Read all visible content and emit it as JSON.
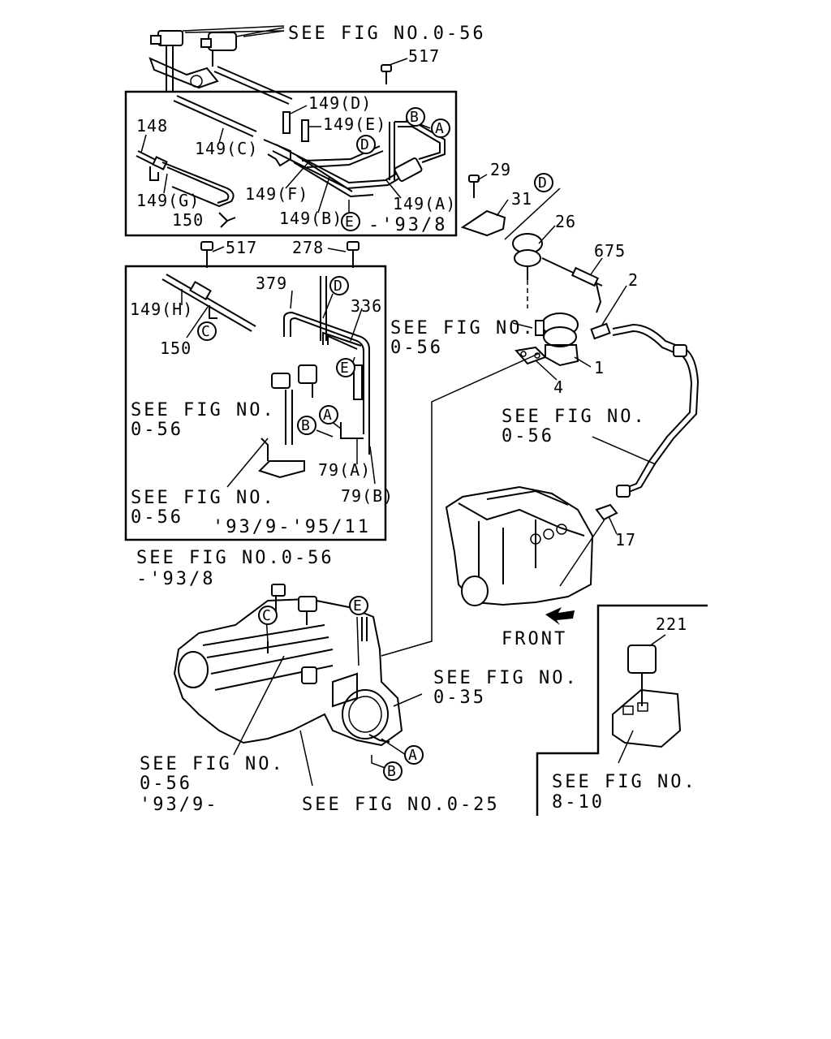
{
  "ref_labels": {
    "top_0_56": "SEE FIG NO.0-56",
    "mid_right_1": "SEE FIG NO.",
    "mid_right_2": "0-56",
    "inner_left_1": "SEE FIG NO.",
    "inner_left_2": "0-56",
    "inner_bottom_1": "SEE FIG NO.",
    "inner_bottom_2": "0-56",
    "engine_1": "SEE FIG NO.",
    "engine_2": "0-56",
    "lower_0_56_1": "SEE FIG NO.0-56",
    "lower_0_56_2": "-'93/8",
    "throttle_1": "SEE FIG NO.",
    "throttle_2": "0-35",
    "bottom_left_1": "SEE FIG NO.",
    "bottom_left_2": "0-56",
    "bottom_left_3": "'93/9-",
    "bottom_0_25": "SEE FIG NO.0-25",
    "relay_1": "SEE FIG NO.",
    "relay_2": "8-10"
  },
  "date_ranges": {
    "box_top": "-'93/8",
    "box_mid": "'93/9-'95/11"
  },
  "part_numbers": {
    "p517_top": "517",
    "p517_mid": "517",
    "p149D": "149(D)",
    "p149E": "149(E)",
    "p148": "148",
    "p149C": "149(C)",
    "p149G": "149(G)",
    "p149F": "149(F)",
    "p149B": "149(B)",
    "p149A": "149(A)",
    "p150_top": "150",
    "p278": "278",
    "p379": "379",
    "p336": "336",
    "p149H": "149(H)",
    "p150_mid": "150",
    "p79A": "79(A)",
    "p79B": "79(B)",
    "p29": "29",
    "p31": "31",
    "p26": "26",
    "p675": "675",
    "p2": "2",
    "p1": "1",
    "p4": "4",
    "p17": "17",
    "p221": "221"
  },
  "circle_markers": {
    "A": "A",
    "B": "B",
    "C": "C",
    "D": "D",
    "E": "E"
  },
  "front_label": "FRONT",
  "icons": [
    "front-arrow-icon"
  ]
}
